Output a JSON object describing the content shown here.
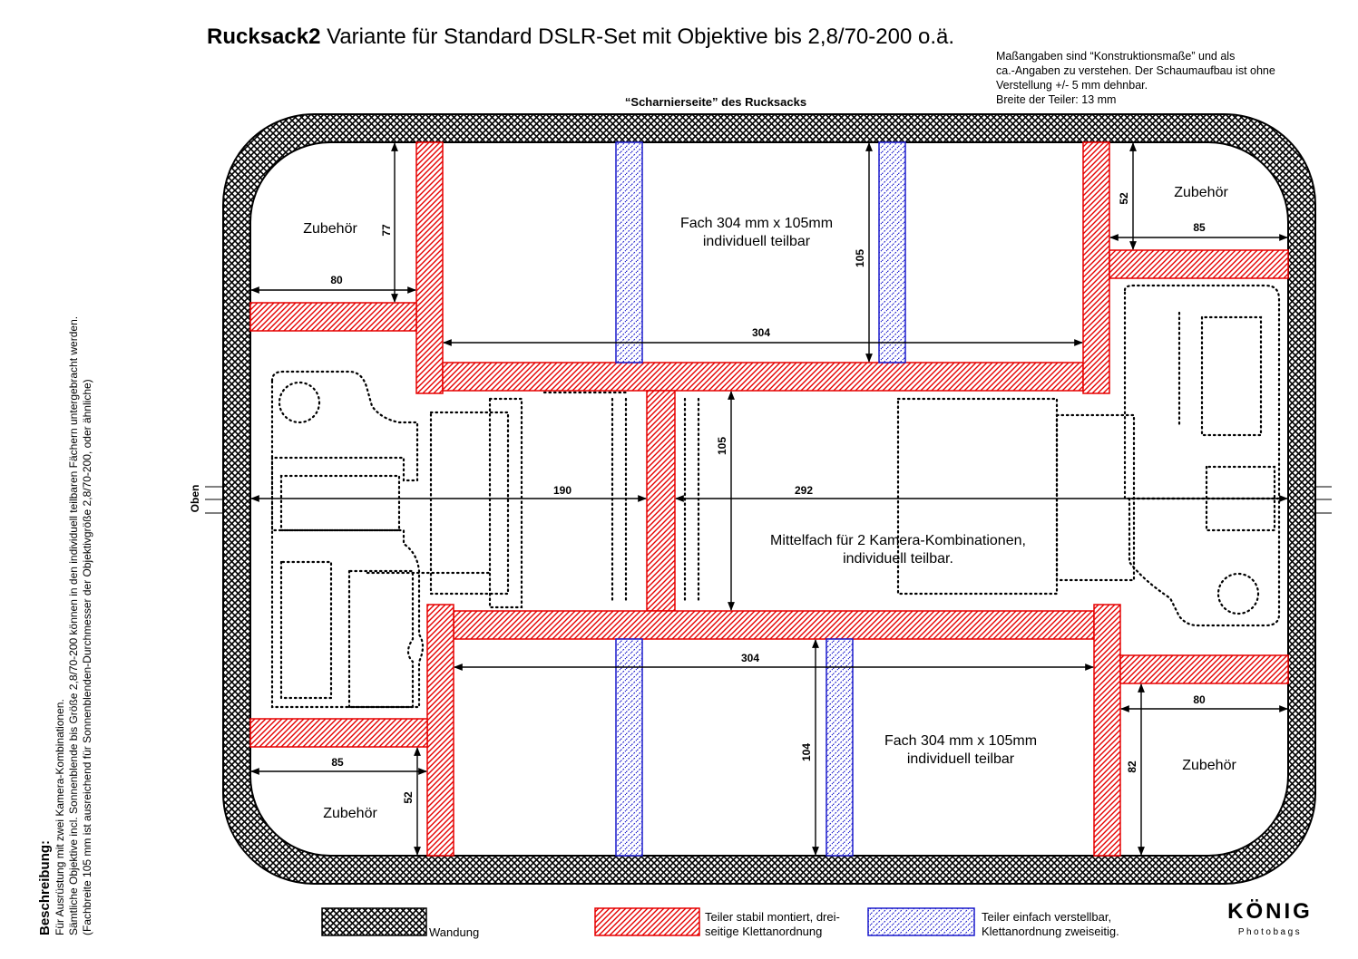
{
  "title": {
    "bold": "Rucksack2",
    "rest": " Variante für Standard DSLR-Set mit Objektive bis 2,8/70-200 o.ä."
  },
  "note": {
    "lines": [
      "Maßangaben sind “Konstruktionsmaße” und als",
      "ca.-Angaben zu verstehen. Der Schaumaufbau ist ohne",
      "Verstellung +/- 5 mm dehnbar.",
      "Breite der Teiler: 13 mm"
    ]
  },
  "hinge_label": "“Scharnierseite” des Rucksacks",
  "top_label": "Oben",
  "compartments": {
    "zubehoer": "Zubehör",
    "fach_line1": "Fach 304 mm x 105mm",
    "fach_line2": "individuell teilbar",
    "mittel_line1": "Mittelfach für 2 Kamera-Kombinationen,",
    "mittel_line2": "individuell teilbar."
  },
  "dimensions": {
    "d77": "77",
    "d80_top": "80",
    "d304_top": "304",
    "d105_top": "105",
    "d52_top": "52",
    "d85_top": "85",
    "d105_mid": "105",
    "d190": "190",
    "d292": "292",
    "d304_bottom": "304",
    "d104": "104",
    "d80_bottom": "80",
    "d82": "82",
    "d85_bottom": "85",
    "d52_bottom": "52"
  },
  "description": {
    "heading": "Beschreibung:",
    "lines": [
      "Für Ausrüstung mit zwei Kamera-Kombinationen.",
      "Sämtliche Objektive incl. Sonnenblende bis Größe 2,8/70-200 können in den individuell teilbaren Fächern untergebracht werden.",
      "(Fachbreite 105 mm ist ausreichend für Sonnenblenden-Durchmesser der Objektivgröße 2,8/70-200, oder ähnliche)"
    ]
  },
  "legend": {
    "wall": "Wandung",
    "fixed_line1": "Teiler stabil montiert, drei-",
    "fixed_line2": "seitige Klettanordnung",
    "movable_line1": "Teiler einfach verstellbar,",
    "movable_line2": "Klettanordnung zweiseitig."
  },
  "brand": {
    "name": "KÖNIG",
    "sub": "Photobags"
  },
  "colors": {
    "fixed_divider": "#e60000",
    "movable_divider": "#1a1acc",
    "wall": "#000000"
  }
}
